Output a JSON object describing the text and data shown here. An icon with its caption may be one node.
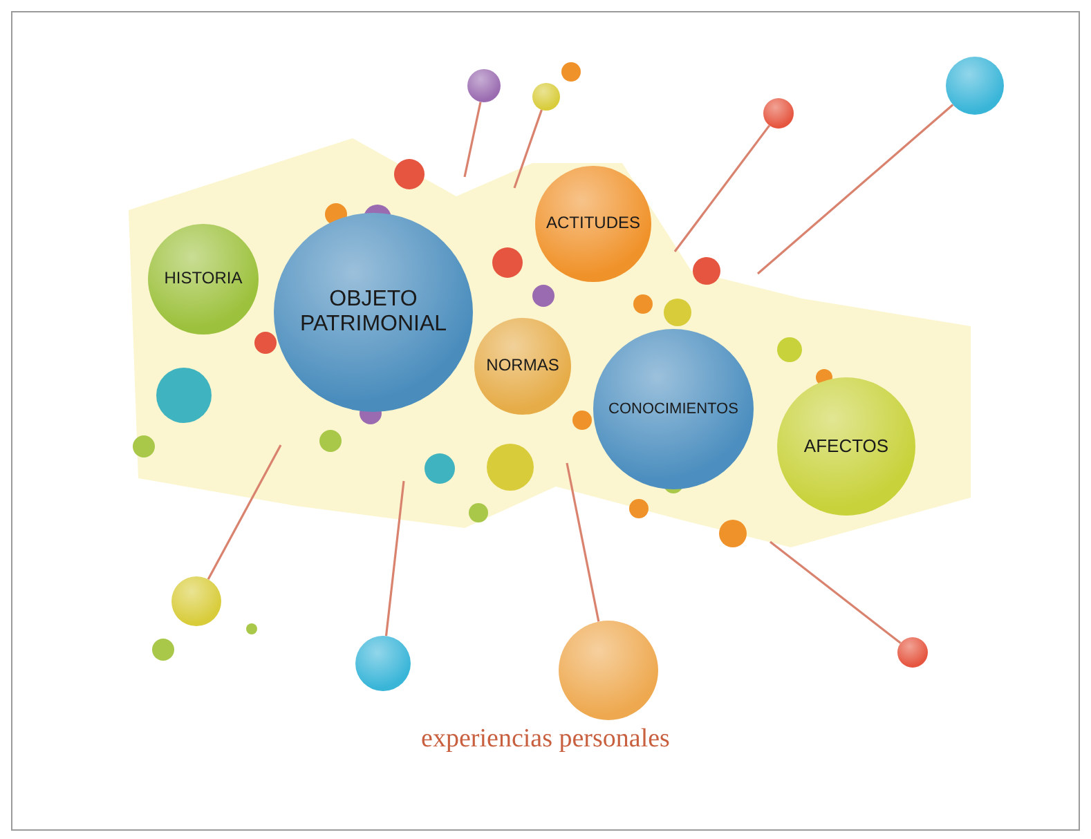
{
  "diagram": {
    "caption": "experiencias personales",
    "nodes": [
      {
        "text": [],
        "shape": "circle"
      },
      {
        "text": [],
        "shape": "circle"
      },
      {
        "text": [],
        "shape": "circle"
      },
      {
        "text": [],
        "shape": "circle"
      },
      {
        "text": [
          "ACTITUDES"
        ]
      },
      {
        "text": [
          "HISTORIA"
        ]
      },
      {
        "text": [
          "OBJETO PATRIMONIAL"
        ]
      },
      {
        "text": [
          "NORMAS"
        ]
      },
      {
        "text": [
          "CONOCIMIENTOS"
        ]
      },
      {
        "text": [
          "AFECTOS"
        ]
      },
      {
        "text": [],
        "shape": "circle"
      },
      {
        "text": [],
        "shape": "circle"
      },
      {
        "text": [],
        "shape": "circle"
      },
      {
        "text": [],
        "shape": "circle"
      }
    ],
    "edges": [
      {
        "from": null,
        "to": 0,
        "arrow": "none"
      },
      {
        "from": null,
        "to": 1,
        "arrow": "none"
      },
      {
        "from": null,
        "to": 2,
        "arrow": "none"
      },
      {
        "from": null,
        "to": 3,
        "arrow": "none"
      },
      {
        "from": null,
        "to": 10,
        "arrow": "none"
      },
      {
        "from": null,
        "to": 12,
        "arrow": "none"
      },
      {
        "from": null,
        "to": 13,
        "arrow": "none"
      },
      {
        "from": null,
        "to": 11,
        "arrow": "none"
      }
    ]
  }
}
